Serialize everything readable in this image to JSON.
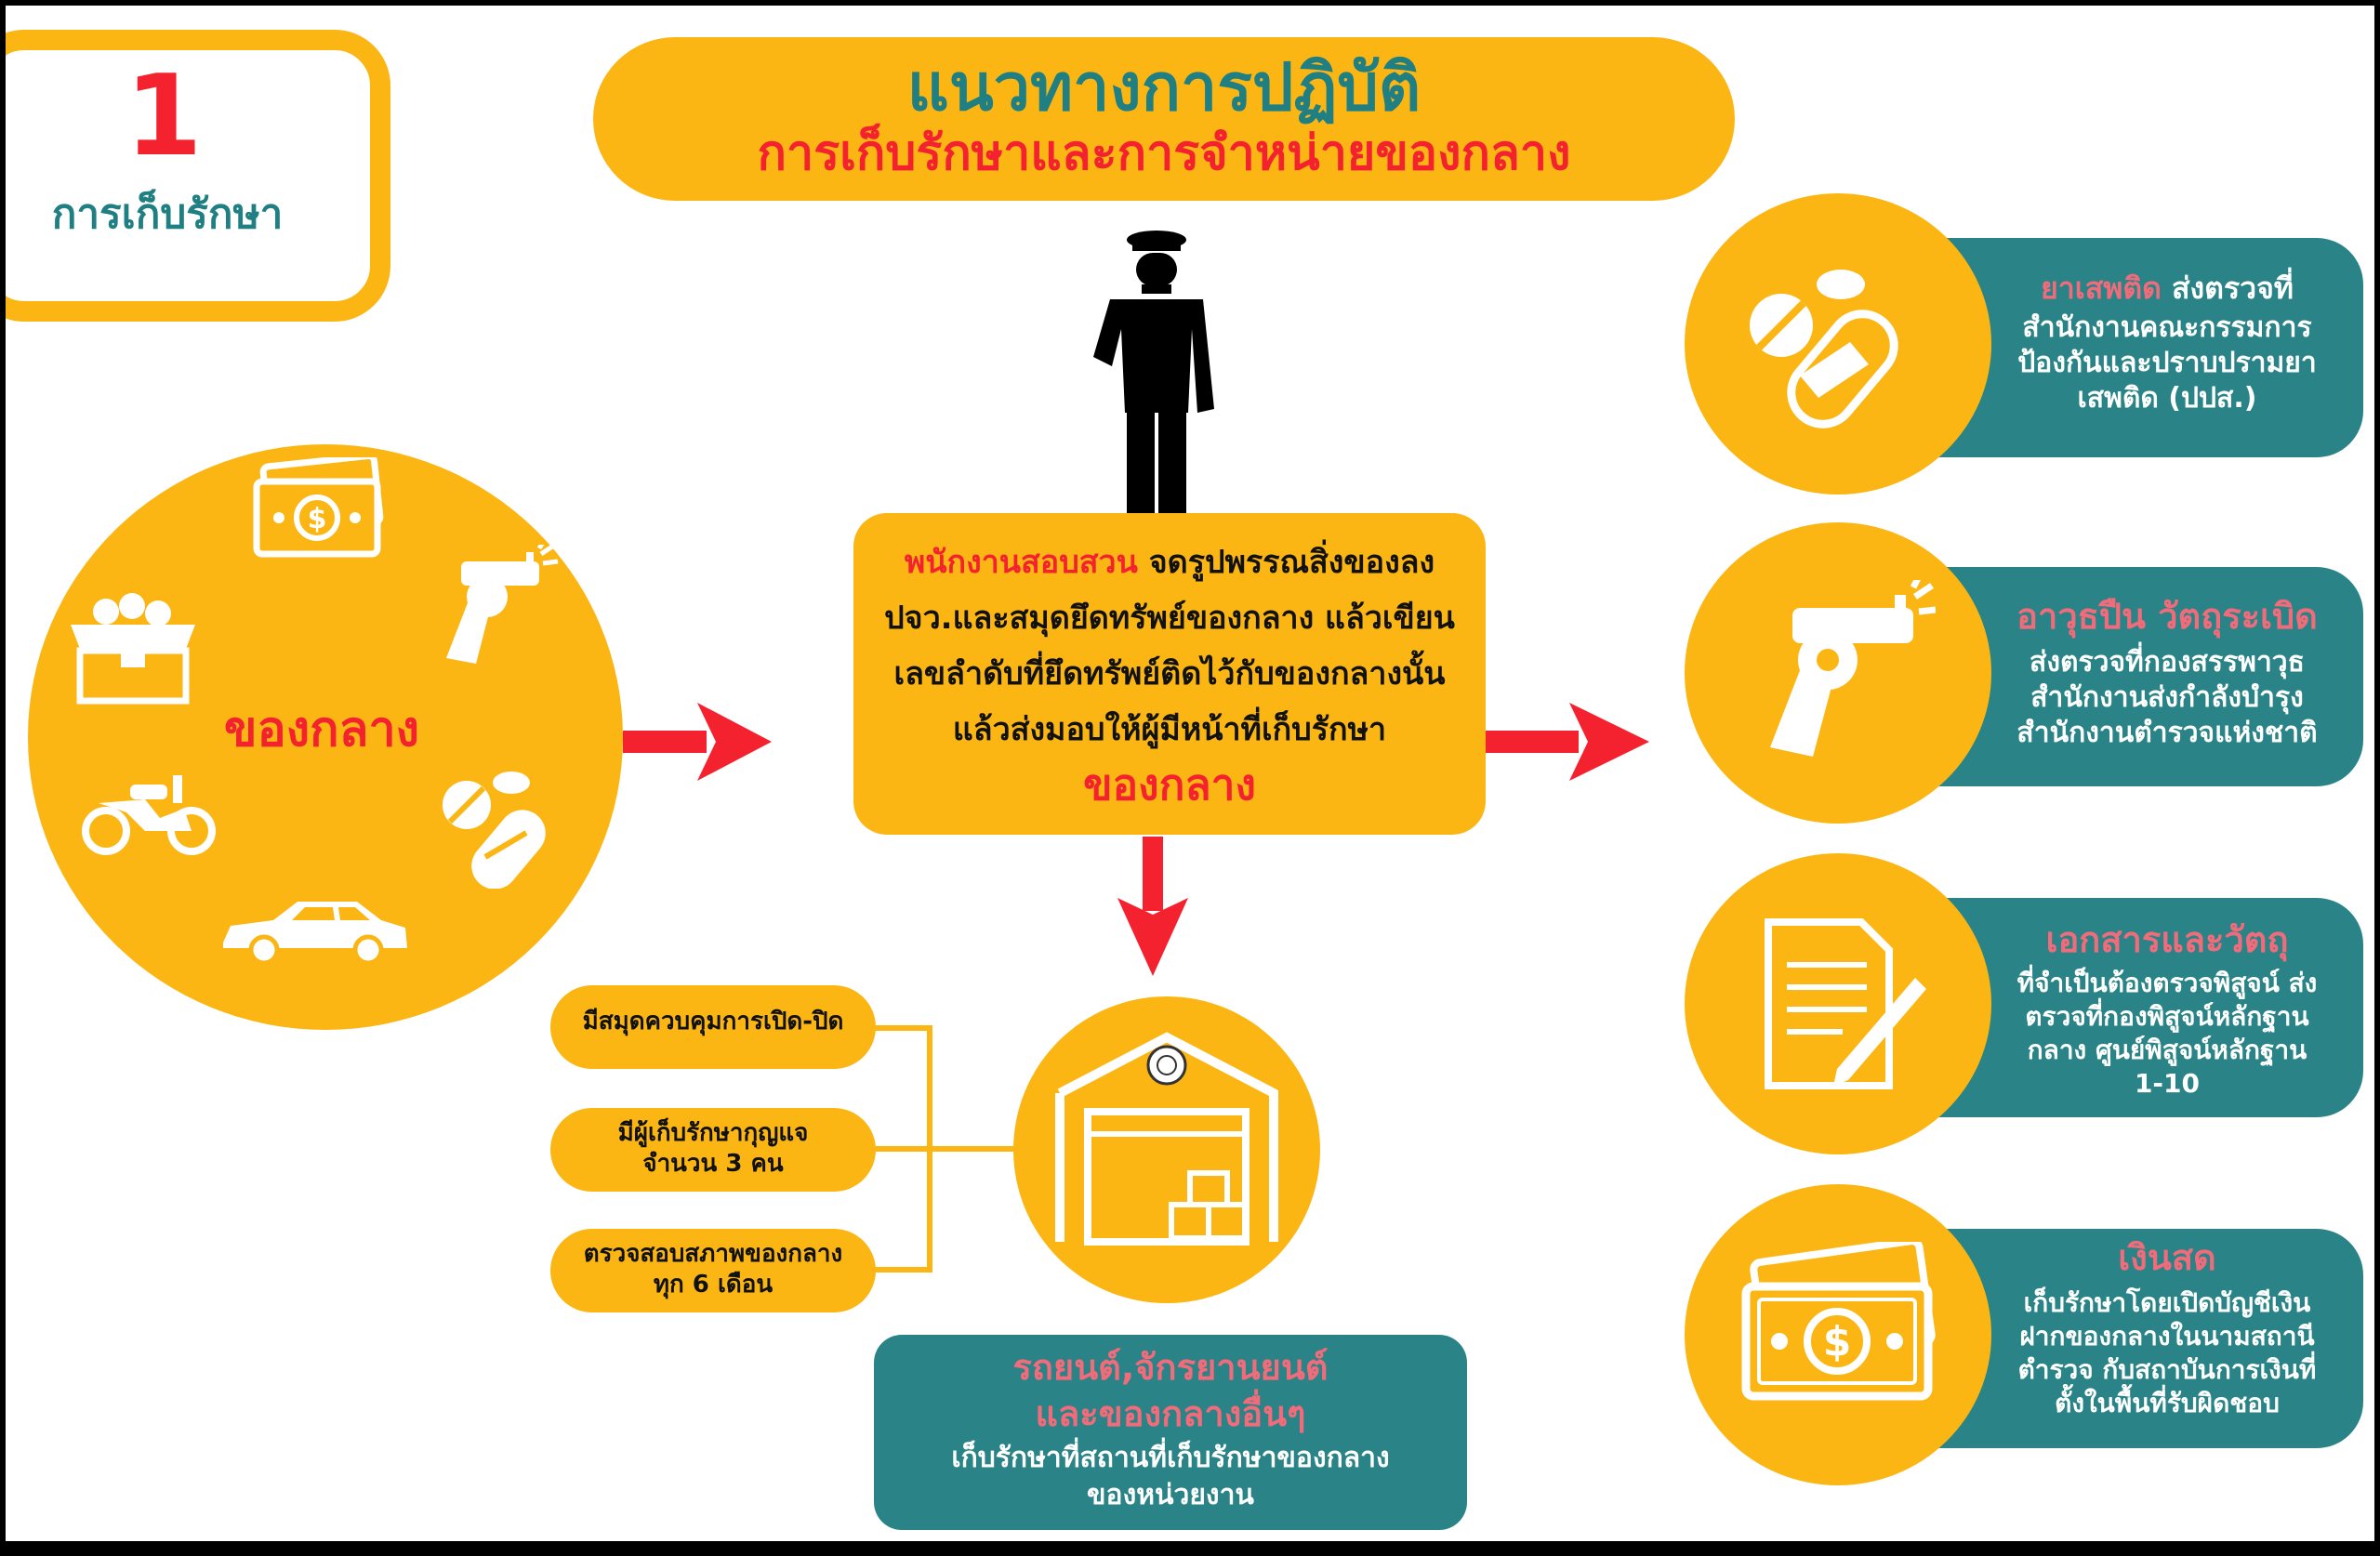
{
  "step_badge": {
    "number": "1",
    "label": "การเก็บรักษา"
  },
  "header": {
    "title": "แนวทางการปฏิบัติ",
    "subtitle": "การเก็บรักษาและการจำหน่ายของกลาง"
  },
  "evidence_circle": {
    "label": "ของกลาง"
  },
  "center_box": {
    "highlight": "พนักงานสอบสวน",
    "line1_rest": " จดรูปพรรณสิ่งของลง",
    "line2": "ปจว.และสมุดยึดทรัพย์ของกลาง แล้วเขียน",
    "line3": "เลขลำดับที่ยึดทรัพย์ติดไว้กับของกลางนั้น",
    "line4": "แล้วส่งมอบให้ผู้มีหน้าที่เก็บรักษา",
    "line5": "ของกลาง"
  },
  "storage_rules": [
    {
      "text": "มีสมุดควบคุมการเปิด-ปิด"
    },
    {
      "line1": "มีผู้เก็บรักษากุญแจ",
      "line2": "จำนวน 3 คน"
    },
    {
      "line1": "ตรวจสอบสภาพของกลาง",
      "line2": "ทุก 6 เดือน"
    }
  ],
  "vehicles_box": {
    "title1": "รถยนต์,จักรยานยนต์",
    "title2": "และของกลางอื่นๆ",
    "body1": "เก็บรักษาที่สถานที่เก็บรักษาของกลาง",
    "body2": "ของหน่วยงาน"
  },
  "categories": [
    {
      "title": "ยาเสพติด",
      "title_rest": " ส่งตรวจที่",
      "lines": [
        "สำนักงานคณะกรรมการ",
        "ป้องกันและปราบปรามยา",
        "เสพติด (ปปส.)"
      ]
    },
    {
      "title": "อาวุธปืน วัตถุระเบิด",
      "lines": [
        "ส่งตรวจที่กองสรรพาวุธ",
        "สำนักงานส่งกำลังบำรุง",
        "สำนักงานตำรวจแห่งชาติ"
      ]
    },
    {
      "title": "เอกสารและวัตถุ",
      "lines": [
        "ที่จำเป็นต้องตรวจพิสูจน์ ส่ง",
        "ตรวจที่กองพิสูจน์หลักฐาน",
        "กลาง  ศูนย์พิสูจน์หลักฐาน",
        "1-10"
      ]
    },
    {
      "title": "เงินสด",
      "lines": [
        "เก็บรักษาโดยเปิดบัญชีเงิน",
        "ฝากของกลางในนามสถานี",
        "ตำรวจ กับสถาบันการเงินที่",
        "ตั้งในพื้นที่รับผิดชอบ"
      ]
    }
  ],
  "colors": {
    "orange": "#fbb614",
    "teal": "#2a8487",
    "red": "#f4222e",
    "title_teal": "#1f7f82",
    "pink": "#f26b7a"
  }
}
